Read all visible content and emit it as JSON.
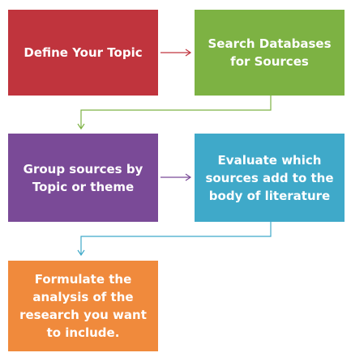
{
  "steps": {
    "define": {
      "label": "Define Your Topic",
      "color": "#c0343d"
    },
    "search": {
      "label": "Search Databases for Sources",
      "color": "#7db243"
    },
    "group": {
      "label": "Group sources by Topic or theme",
      "color": "#7a4a97"
    },
    "evaluate": {
      "label": "Evaluate which sources add to the body of literature",
      "color": "#3fa9c9"
    },
    "formulate": {
      "label": "Formulate the analysis of the research you want to include.",
      "color": "#f08a3c"
    }
  },
  "connectors": {
    "define_to_search": {
      "color": "#c0343d"
    },
    "search_to_group": {
      "color": "#7db243"
    },
    "group_to_evaluate": {
      "color": "#7a4a97"
    },
    "evaluate_to_formulate": {
      "color": "#3fa9c9"
    }
  }
}
